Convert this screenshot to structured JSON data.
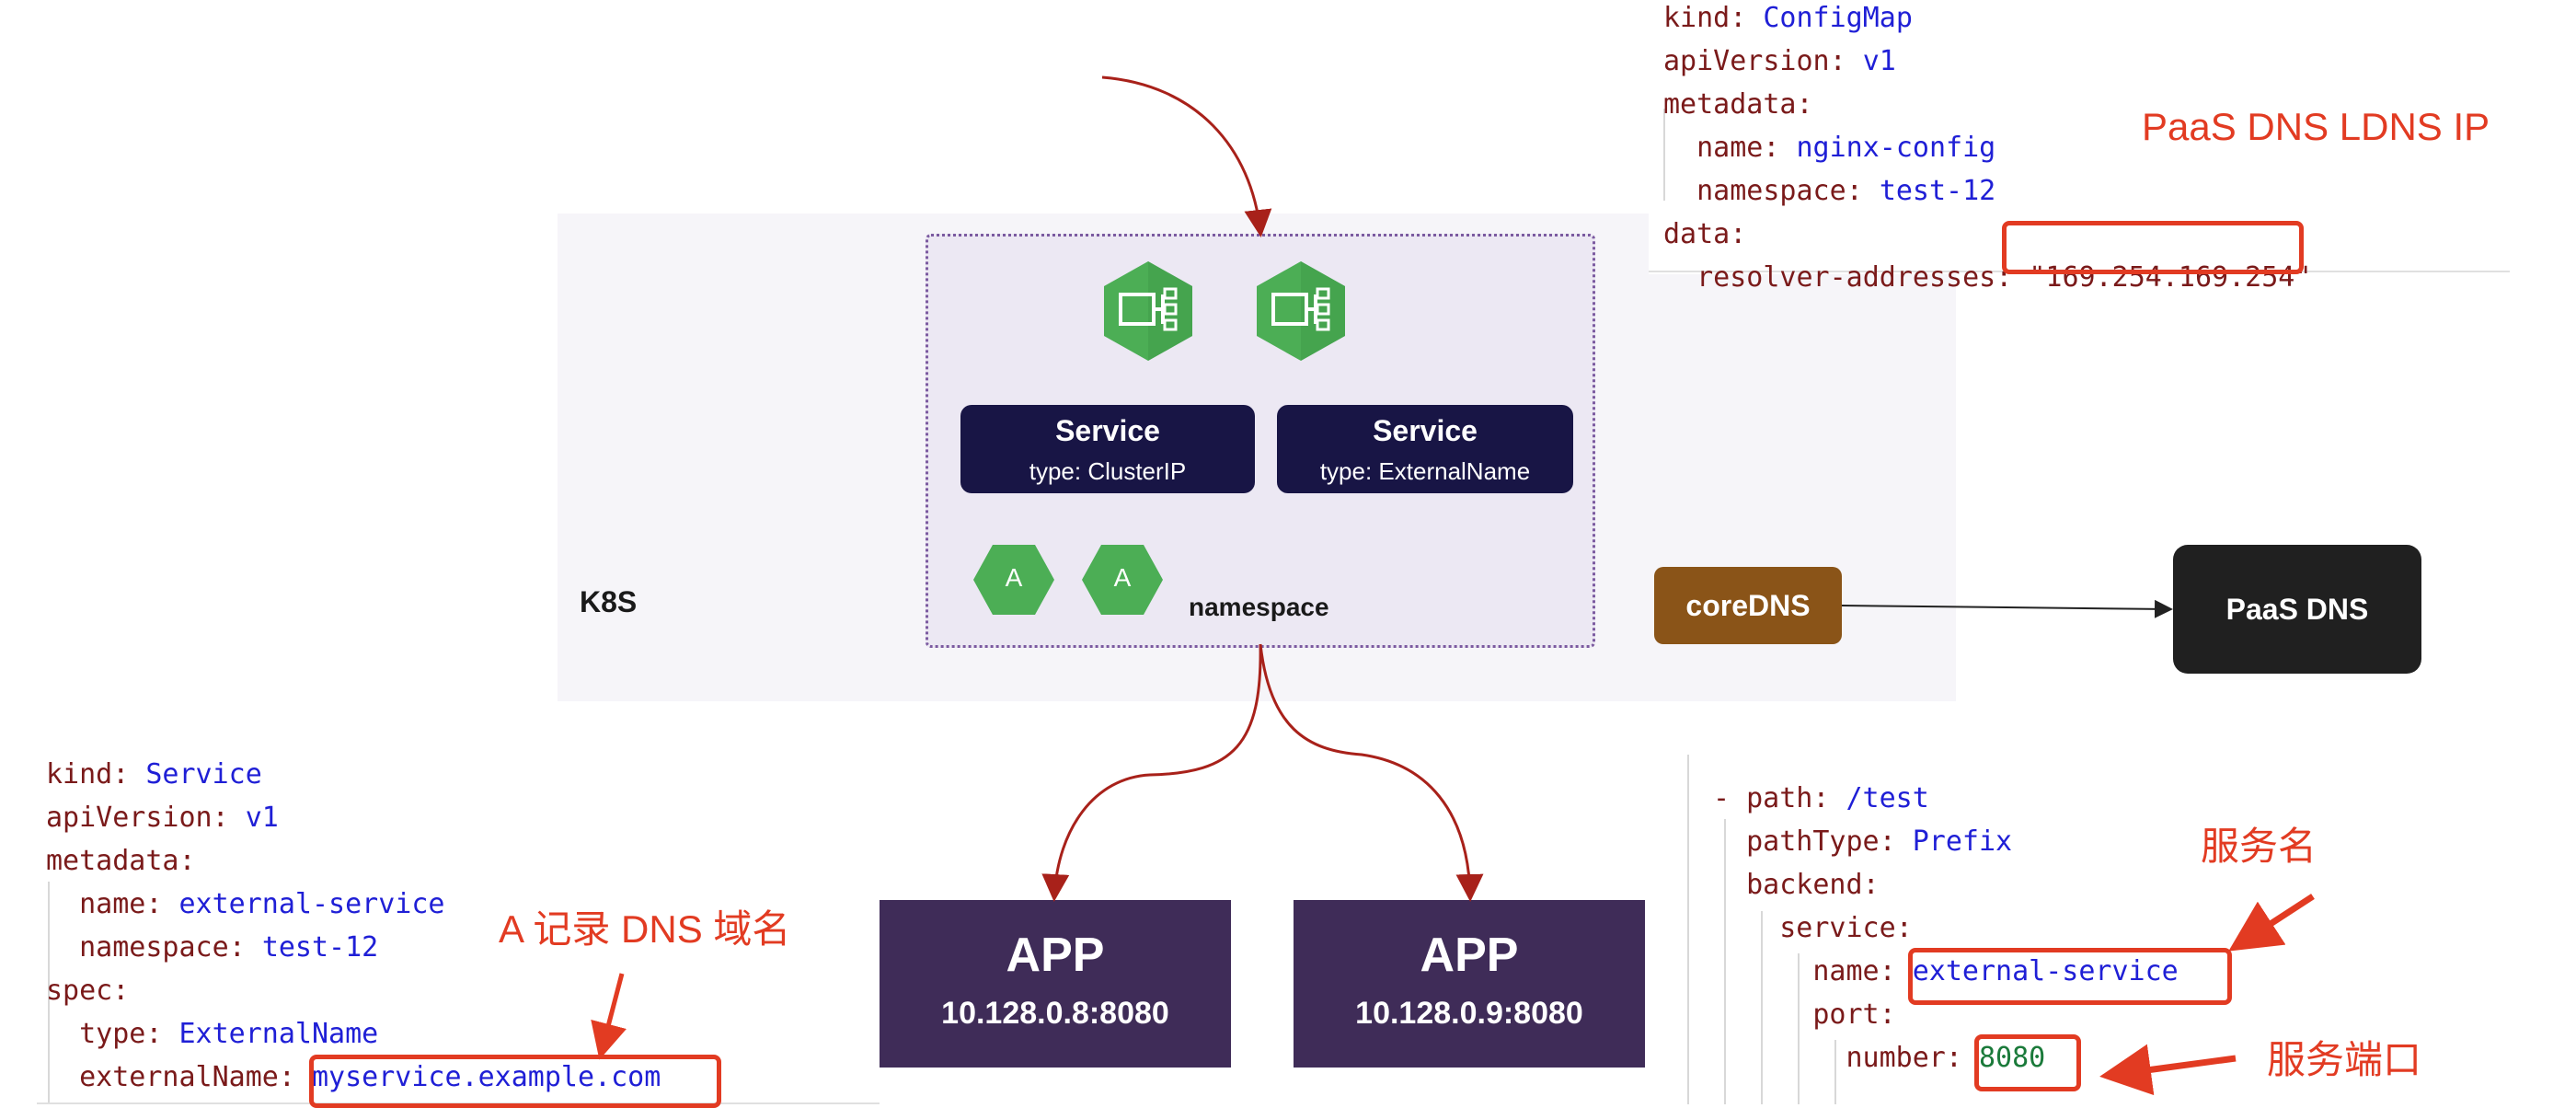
{
  "cluster": {
    "label": "K8S",
    "namespace_label": "namespace",
    "services": [
      {
        "title": "Service",
        "type": "type: ClusterIP"
      },
      {
        "title": "Service",
        "type": "type: ExternalName"
      }
    ],
    "pods": [
      "A",
      "A"
    ]
  },
  "coredns": {
    "label": "coreDNS",
    "color": "#8a5418"
  },
  "paas_dns": {
    "label": "PaaS DNS",
    "color": "#202020"
  },
  "apps": [
    {
      "title": "APP",
      "address": "10.128.0.8:8080"
    },
    {
      "title": "APP",
      "address": "10.128.0.9:8080"
    }
  ],
  "configmap_yaml": {
    "line1": {
      "k": "kind",
      "v": "ConfigMap"
    },
    "line2": {
      "k": "apiVersion",
      "v": "v1"
    },
    "line3": {
      "k": "metadata"
    },
    "line4": {
      "k": "name",
      "v": "nginx-config"
    },
    "line5": {
      "k": "namespace",
      "v": "test-12"
    },
    "line6": {
      "k": "data"
    },
    "line7": {
      "k": "resolver-addresses",
      "v": "\"169.254.169.254\""
    }
  },
  "service_yaml": {
    "line1": {
      "k": "kind",
      "v": "Service"
    },
    "line2": {
      "k": "apiVersion",
      "v": "v1"
    },
    "line3": {
      "k": "metadata"
    },
    "line4": {
      "k": "name",
      "v": "external-service"
    },
    "line5": {
      "k": "namespace",
      "v": "test-12"
    },
    "line6": {
      "k": "spec"
    },
    "line7": {
      "k": "type",
      "v": "ExternalName"
    },
    "line8": {
      "k": "externalName",
      "v": "myservice.example.com"
    }
  },
  "ingress_yaml": {
    "line1": {
      "k": "- path",
      "v": "/test"
    },
    "line2": {
      "k": "pathType",
      "v": "Prefix"
    },
    "line3": {
      "k": "backend"
    },
    "line4": {
      "k": "service"
    },
    "line5": {
      "k": "name",
      "v": "external-service"
    },
    "line6": {
      "k": "port"
    },
    "line7": {
      "k": "number",
      "v": "8080"
    }
  },
  "annotations": {
    "paas_ldns_ip": "PaaS DNS LDNS IP",
    "a_record": "A 记录 DNS 域名",
    "service_name": "服务名",
    "service_port": "服务端口"
  },
  "colors": {
    "accent_red": "#e23b22",
    "hex_green": "#4cae55",
    "hex_dark_green": "#2e8b3a"
  }
}
